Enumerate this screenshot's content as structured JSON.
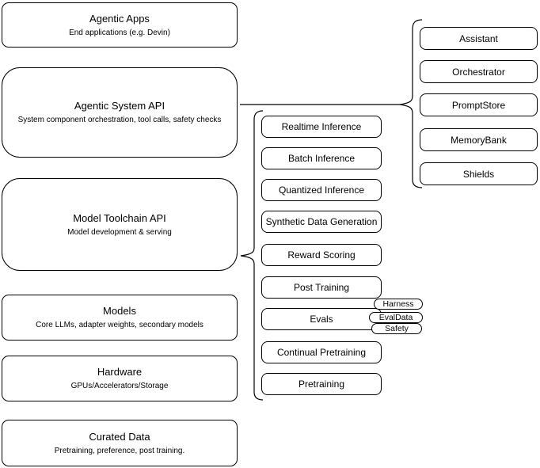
{
  "diagram": {
    "title": "Agentic system architecture diagram",
    "colors": {
      "stroke": "#000000",
      "fill": "#ffffff",
      "text": "#000000"
    },
    "stack": {
      "boxes": [
        {
          "title": "Agentic Apps",
          "subtitle": "End applications (e.g. Devin)"
        },
        {
          "title": "Agentic System API",
          "subtitle": "System component orchestration, tool calls, safety checks"
        },
        {
          "title": "Model Toolchain API",
          "subtitle": "Model development & serving"
        },
        {
          "title": "Models",
          "subtitle": "Core LLMs, adapter weights, secondary models"
        },
        {
          "title": "Hardware",
          "subtitle": "GPUs/Accelerators/Storage"
        },
        {
          "title": "Curated Data",
          "subtitle": "Pretraining, preference, post training."
        }
      ]
    },
    "toolchain_group": {
      "items": [
        "Realtime Inference",
        "Batch Inference",
        "Quantized Inference",
        "Synthetic Data Generation",
        "Reward Scoring",
        "Post Training",
        "Evals",
        "Continual Pretraining",
        "Pretraining"
      ],
      "eval_tags": [
        "Harness",
        "EvalData",
        "Safety"
      ]
    },
    "system_group": {
      "items": [
        "Assistant",
        "Orchestrator",
        "PromptStore",
        "MemoryBank",
        "Shields"
      ]
    }
  }
}
